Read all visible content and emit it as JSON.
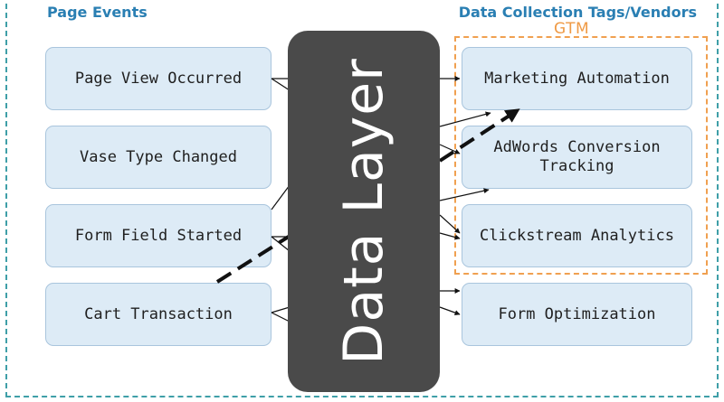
{
  "headings": {
    "page_events": "Page Events",
    "vendors": "Data Collection Tags/Vendors",
    "gtm": "GTM"
  },
  "events": [
    "Page View Occurred",
    "Vase Type Changed",
    "Form Field Started",
    "Cart Transaction"
  ],
  "vendors": [
    "Marketing Automation",
    "AdWords Conversion Tracking",
    "Clickstream Analytics",
    "Form Optimization"
  ],
  "data_layer": "Data Layer",
  "colors": {
    "frame": "#3f9fa8",
    "heading": "#2a7fb3",
    "gtm": "#ef9a45",
    "box_fill": "#ddebf6",
    "box_border": "#a9c5dd",
    "data_layer": "#4a4a4a"
  }
}
